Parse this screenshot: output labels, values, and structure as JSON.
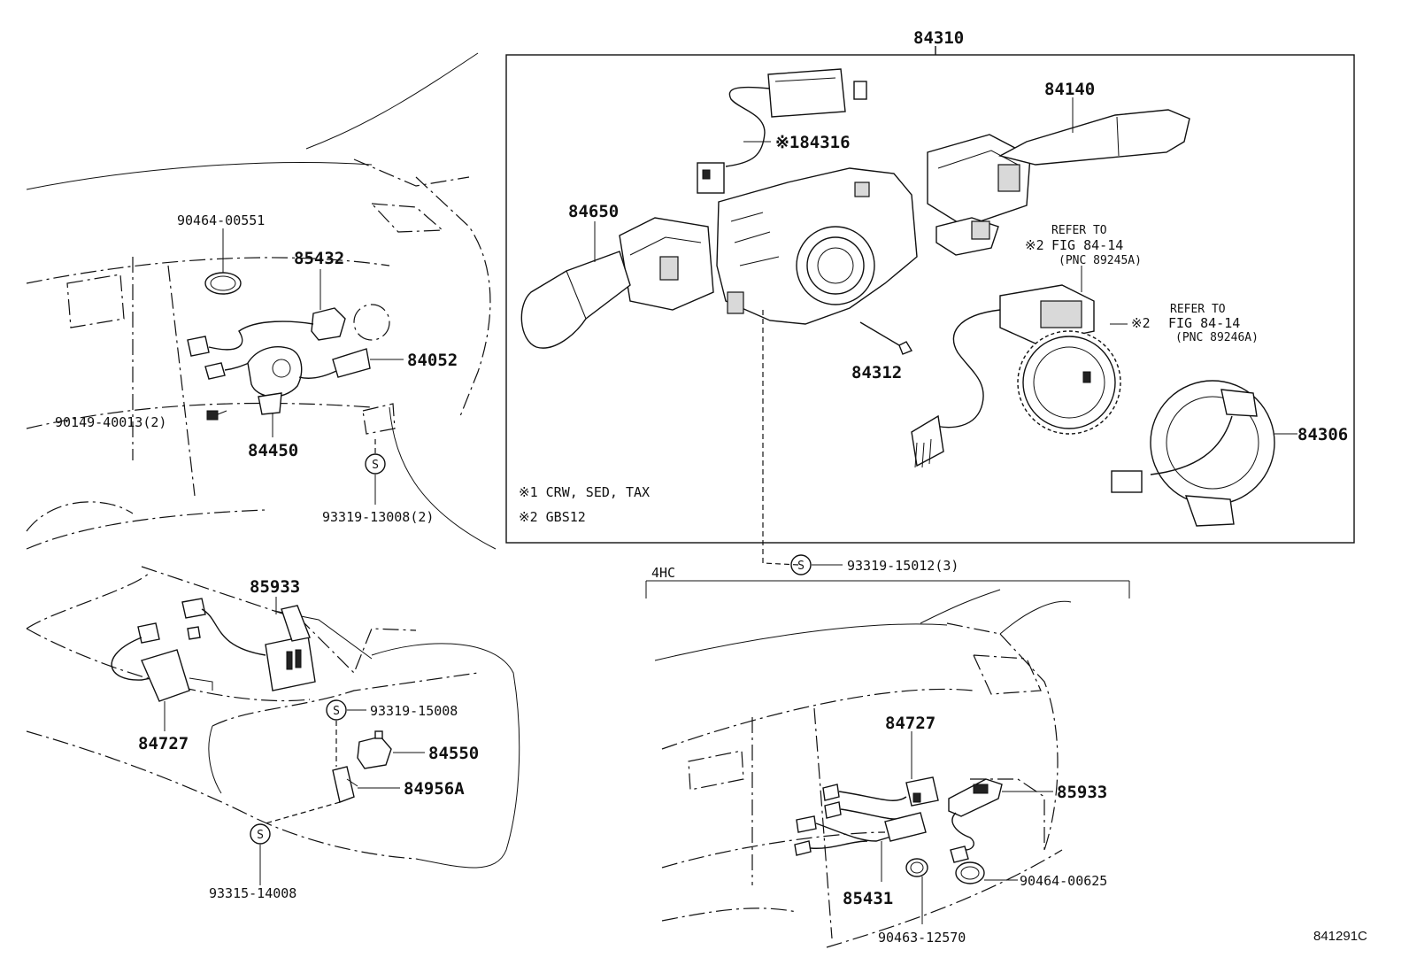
{
  "labels": {
    "main_assembly": "84310",
    "clock_spring_note": "※184316",
    "wiper_switch": "84140",
    "turn_switch": "84650",
    "refer1_line1": "REFER TO",
    "refer1_line2": "FIG 84-14",
    "refer1_line3": "(PNC 89245A)",
    "refer1_mark": "※2",
    "refer2_line1": "REFER TO",
    "refer2_line2": "FIG 84-14",
    "refer2_line3": "(PNC 89246A)",
    "refer2_mark": "※2",
    "screw_84312": "84312",
    "spiral_84306": "84306",
    "note1": "※1 CRW, SED, TAX",
    "note2": "※2 GBS12",
    "screw_main": "93319-15012(3)",
    "clamp_tl": "90464-00551",
    "switch_85432": "85432",
    "switch_84052": "84052",
    "bolt_tl": "90149-40013(2)",
    "switch_84450": "84450",
    "screw_tl": "93319-13008(2)",
    "relay_85933_left": "85933",
    "wire_84727_left": "84727",
    "screw_mid": "93319-15008",
    "switch_84550": "84550",
    "bracket_84956A": "84956A",
    "screw_bottom": "93315-14008",
    "variant_4hc": "4HC",
    "wire_84727_right": "84727",
    "relay_85933_right": "85933",
    "clamp_br": "90464-00625",
    "wire_85431": "85431",
    "clamp_b": "90463-12570",
    "figure_id": "841291C"
  },
  "symbols": {
    "screw_marker": "S"
  },
  "icons": [
    "combination-switch-icon",
    "clock-spring-icon",
    "wiper-switch-icon",
    "turn-lever-icon",
    "sensor-ring-icon",
    "relay-icon",
    "screw-icon",
    "clamp-icon",
    "wire-harness-icon"
  ]
}
